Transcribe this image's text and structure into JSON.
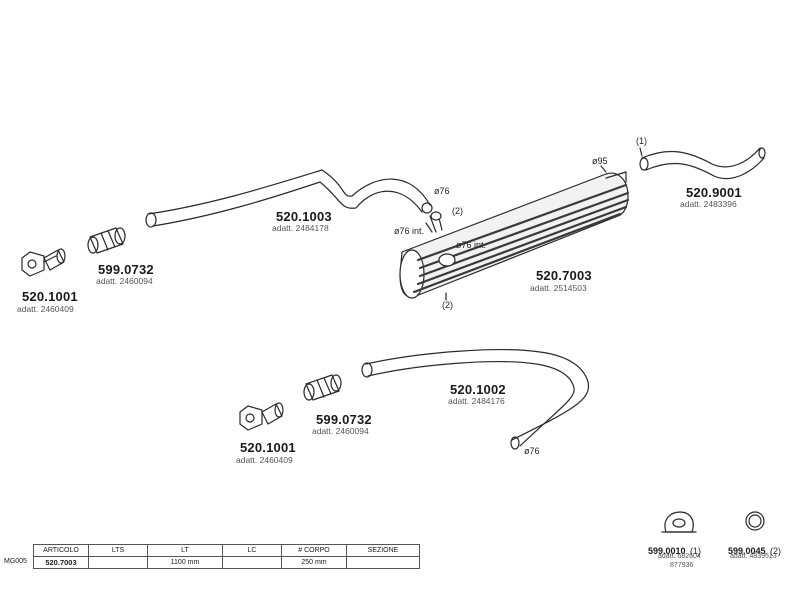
{
  "parts": {
    "p1": {
      "number": "520.1001",
      "ref": "adatt. 2460409"
    },
    "p2": {
      "number": "599.0732",
      "ref": "adatt. 2460094"
    },
    "p3": {
      "number": "520.1003",
      "ref": "adatt. 2484178"
    },
    "p4": {
      "number": "520.7003",
      "ref": "adatt. 2514503"
    },
    "p5": {
      "number": "520.9001",
      "ref": "adatt. 2483396"
    },
    "p6": {
      "number": "520.1001",
      "ref": "adatt. 2460409"
    },
    "p7": {
      "number": "599.0732",
      "ref": "adatt. 2460094"
    },
    "p8": {
      "number": "520.1002",
      "ref": "adatt. 2484176"
    },
    "p9": {
      "number": "599.0010",
      "note": "(1)",
      "ref1": "adatt. 682604",
      "ref2": "877936"
    },
    "p10": {
      "number": "599.0045",
      "note": "(2)",
      "ref1": "adatt. 4839513"
    }
  },
  "dimensions": {
    "d1": "ø76",
    "d2": "ø76  int.",
    "d3": "ø76  int.",
    "d4": "ø95",
    "d5": "ø76"
  },
  "notes": {
    "n1": "(1)",
    "n2": "(2)",
    "n3": "(2)"
  },
  "model_code": "MG005",
  "table": {
    "headers": [
      "ARTICOLO",
      "LTS",
      "LT",
      "LC",
      "# CORPO",
      "SEZIONE"
    ],
    "row": [
      "520.7003",
      "",
      "1100 mm",
      "",
      "250 mm",
      ""
    ]
  },
  "colors": {
    "line": "#2a2a2a",
    "muffler_band": "#3a3a3a",
    "muffler_fill": "#f2f2f2"
  }
}
